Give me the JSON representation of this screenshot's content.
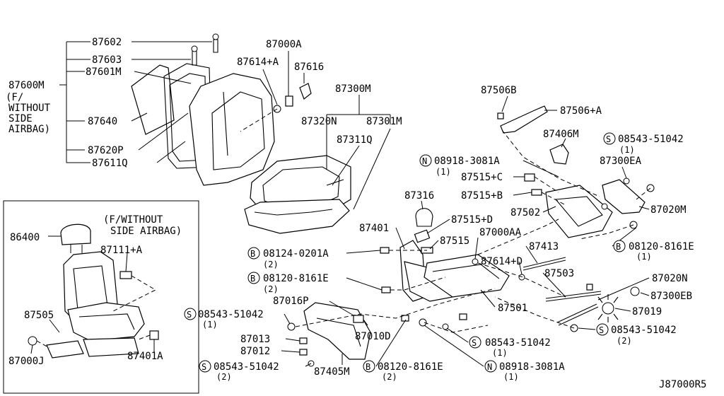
{
  "diagram_code": "J87000R5",
  "labels": {
    "l87602": "87602",
    "l87603": "87603",
    "l87601M": "87601M",
    "l87600M": "87600M",
    "l87600M_note1": "(F/",
    "l87600M_note2": "WITHOUT",
    "l87600M_note3": "SIDE",
    "l87600M_note4": "AIRBAG)",
    "l87640": "87640",
    "l87620P": "87620P",
    "l87611Q": "87611Q",
    "l87000A": "87000A",
    "l87614A": "87614+A",
    "l87616": "87616",
    "l87300M": "87300M",
    "l87320N": "87320N",
    "l87301M": "87301M",
    "l87311Q": "87311Q",
    "l87506B": "87506B",
    "l87506A": "87506+A",
    "l87406M": "87406M",
    "l08543_top": "08543-51042",
    "l08543_top_qty": "(1)",
    "l87300EA": "87300EA",
    "l08918_top": "08918-3081A",
    "l08918_top_qty": "(1)",
    "l87515C": "87515+C",
    "l87515B": "87515+B",
    "l87316": "87316",
    "l87502": "87502",
    "l87020M": "87020M",
    "l87515D": "87515+D",
    "l87401": "87401",
    "l87515": "87515",
    "l87000AA": "87000AA",
    "l08120_right": "08120-8161E",
    "l08120_right_qty": "(1)",
    "l08124": "08124-0201A",
    "l08124_qty": "(2)",
    "l87413": "87413",
    "l87614D": "87614+D",
    "l08120_mid": "08120-8161E",
    "l08120_mid_qty": "(2)",
    "l87503": "87503",
    "l87020N": "87020N",
    "l87300EB": "87300EB",
    "l87016P": "87016P",
    "l87501": "87501",
    "l87019": "87019",
    "l08543_left": "08543-51042",
    "l08543_left_qty": "(1)",
    "l87010D": "87010D",
    "l08543_right": "08543-51042",
    "l08543_right_qty": "(2)",
    "l87013": "87013",
    "l08543_center": "08543-51042",
    "l08543_center_qty": "(1)",
    "l87012": "87012",
    "l08543_bottom": "08543-51042",
    "l08543_bottom_qty": "(2)",
    "l87405M": "87405M",
    "l08120_bottom": "08120-8161E",
    "l08120_bottom_qty": "(2)",
    "l08918_bottom": "08918-3081A",
    "l08918_bottom_qty": "(1)",
    "inset_note1": "(F/WITHOUT",
    "inset_note2": "SIDE AIRBAG)",
    "l86400": "86400",
    "l87111A": "87111+A",
    "l87505": "87505",
    "l87000J": "87000J",
    "l87401A": "87401A"
  },
  "prefix": {
    "S": "S",
    "B": "B",
    "N": "N"
  }
}
